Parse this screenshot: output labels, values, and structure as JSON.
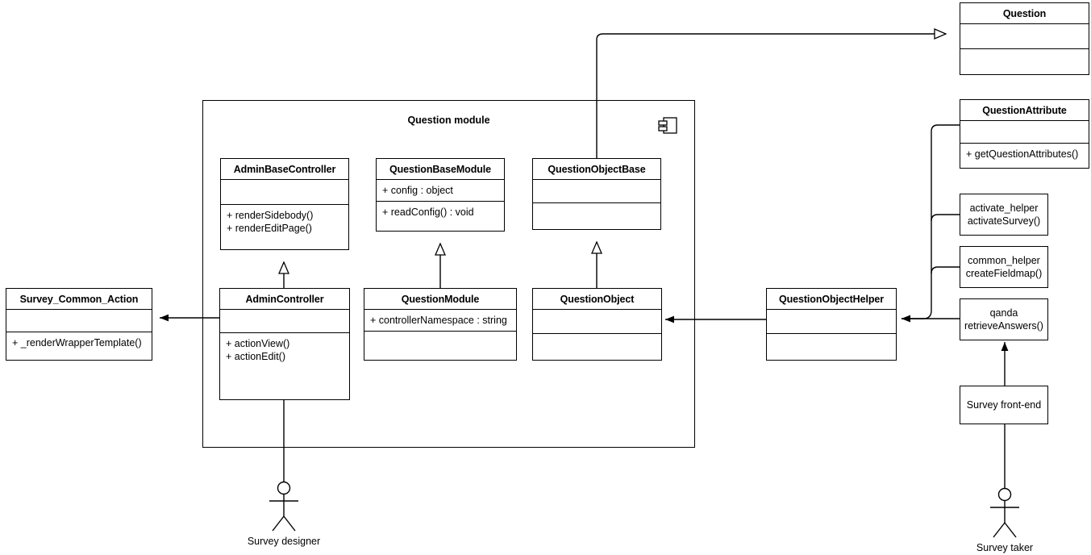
{
  "diagram": {
    "type": "uml-class-diagram",
    "module": {
      "title": "Question module",
      "icon": "component-icon"
    },
    "classes": [
      {
        "id": "question",
        "name": "Question",
        "attributes": [],
        "operations": []
      },
      {
        "id": "question_attribute",
        "name": "QuestionAttribute",
        "attributes": [],
        "operations": [
          "+ getQuestionAttributes()"
        ]
      },
      {
        "id": "admin_base_controller",
        "name": "AdminBaseController",
        "attributes": [],
        "operations": [
          "+ renderSidebody()",
          "+ renderEditPage()"
        ]
      },
      {
        "id": "question_base_module",
        "name": "QuestionBaseModule",
        "attributes": [
          "+ config : object"
        ],
        "operations": [
          "+ readConfig() : void"
        ]
      },
      {
        "id": "question_object_base",
        "name": "QuestionObjectBase",
        "attributes": [],
        "operations": []
      },
      {
        "id": "survey_common_action",
        "name": "Survey_Common_Action",
        "attributes": [],
        "operations": [
          "+ _renderWrapperTemplate()"
        ]
      },
      {
        "id": "admin_controller",
        "name": "AdminController",
        "attributes": [],
        "operations": [
          "+ actionView()",
          "+ actionEdit()"
        ]
      },
      {
        "id": "question_module_class",
        "name": "QuestionModule",
        "attributes": [
          "+ controllerNamespace : string"
        ],
        "operations": []
      },
      {
        "id": "question_object",
        "name": "QuestionObject",
        "attributes": [],
        "operations": []
      },
      {
        "id": "question_object_helper",
        "name": "QuestionObjectHelper",
        "attributes": [],
        "operations": []
      }
    ],
    "helpers": [
      {
        "id": "activate_helper",
        "text": "activate_helper\nactivateSurvey()"
      },
      {
        "id": "common_helper",
        "text": "common_helper\ncreateFieldmap()"
      },
      {
        "id": "qanda_helper",
        "text": "qanda\nretrieveAnswers()"
      },
      {
        "id": "survey_frontend",
        "text": "Survey front-end"
      }
    ],
    "actors": [
      {
        "id": "survey_designer",
        "label": "Survey designer"
      },
      {
        "id": "survey_taker",
        "label": "Survey taker"
      }
    ],
    "colors": {
      "stroke": "#000000",
      "background": "#ffffff",
      "text": "#000000"
    }
  }
}
